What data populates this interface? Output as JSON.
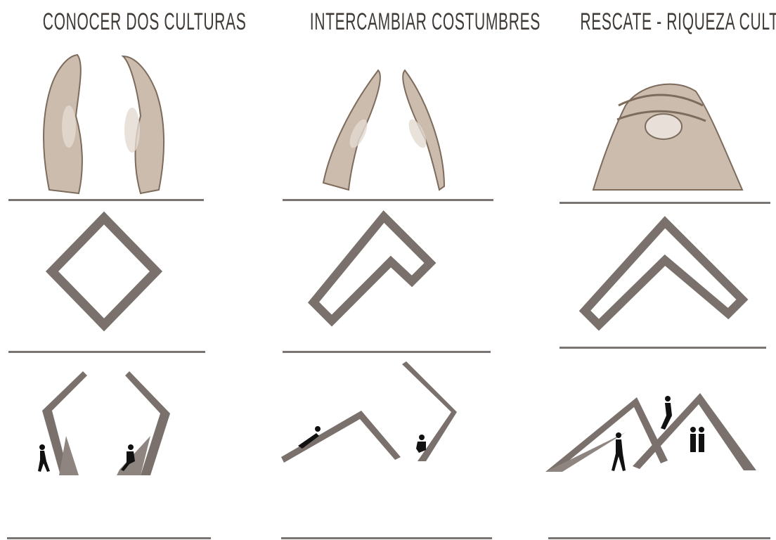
{
  "columns": [
    {
      "title": "CONOCER DOS CULTURAS"
    },
    {
      "title": "INTERCAMBIAR COSTUMBRES"
    },
    {
      "title": "RESCATE - RIQUEZA CULTURA"
    }
  ],
  "colors": {
    "shape": "#7a716d",
    "rule": "#7a7472",
    "figure": "#111111",
    "skin": "#c9b8a8",
    "skin_shadow": "#8f7d6c"
  }
}
